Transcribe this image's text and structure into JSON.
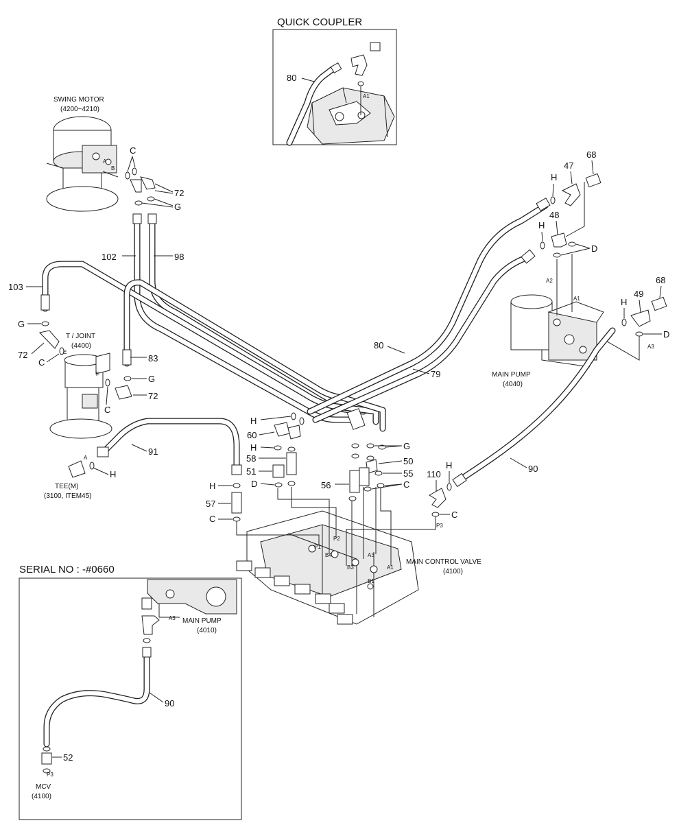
{
  "inset_quick_coupler": {
    "title": "QUICK COUPLER",
    "hose": "80",
    "port": "A1"
  },
  "swing_motor": {
    "title": "SWING MOTOR",
    "range": "(4200~4210)",
    "port_a": "A",
    "port_b": "B"
  },
  "t_joint": {
    "title": "T / JOINT",
    "code": "(4400)",
    "port_e": "E",
    "port_f": "F"
  },
  "tee_m": {
    "title": "TEE(M)",
    "ref": "(3100, ITEM45)",
    "port": "A"
  },
  "main_pump": {
    "title": "MAIN PUMP",
    "code": "(4040)",
    "a1": "A1",
    "a2": "A2",
    "a3": "A3"
  },
  "mcv": {
    "title": "MAIN CONTROL VALVE",
    "code": "(4100)",
    "ports": [
      "P1",
      "P2",
      "B4",
      "B3",
      "A3",
      "B1",
      "A1",
      "P3"
    ]
  },
  "serial_inset": {
    "title": "SERIAL NO : -#0660",
    "pump_title": "MAIN PUMP",
    "pump_code": "(4010)",
    "pump_port": "A3",
    "mcv_title": "MCV",
    "mcv_code": "(4100)",
    "mcv_port": "P3",
    "hose": "90",
    "fitting": "52"
  },
  "callouts": {
    "c": "C",
    "g": "G",
    "h": "H",
    "d": "D",
    "p47": "47",
    "p48": "48",
    "p49": "49",
    "p68a": "68",
    "p68b": "68",
    "p72a": "72",
    "p72b": "72",
    "p72c": "72",
    "p80": "80",
    "p79": "79",
    "p83": "83",
    "p90": "90",
    "p91": "91",
    "p98": "98",
    "p102": "102",
    "p103": "103",
    "p50": "50",
    "p51": "51",
    "p55": "55",
    "p56": "56",
    "p57": "57",
    "p58": "58",
    "p60": "60",
    "p110": "110"
  }
}
